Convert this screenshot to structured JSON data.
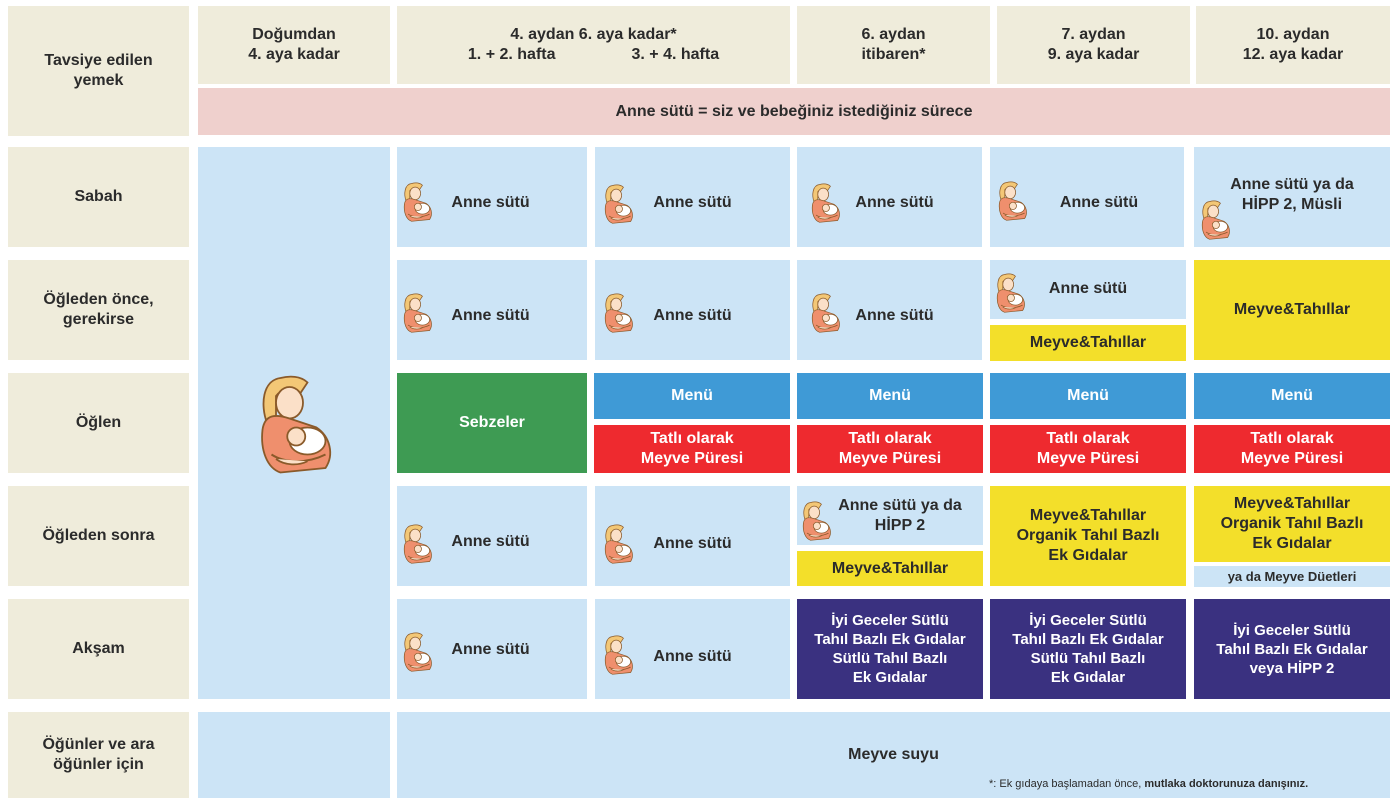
{
  "header": {
    "corner": "Tavsiye edilen\nyemek",
    "col1": "Doğumdan\n4. aya kadar",
    "col2_title": "4. aydan 6. aya kadar*",
    "col2_sub_a": "1. + 2. hafta",
    "col2_sub_b": "3. + 4. hafta",
    "col3": "6. aydan\nitibaren*",
    "col4": "7. aydan\n9. aya kadar",
    "col5": "10. aydan\n12. aya kadar",
    "banner": "Anne sütü = siz ve bebeğiniz istediğiniz sürece"
  },
  "rows": {
    "sabah": "Sabah",
    "ogleden_once": "Öğleden önce,\ngerekirse",
    "oglen": "Öğlen",
    "ogleden_sonra": "Öğleden sonra",
    "aksam": "Akşam",
    "ara": "Öğünler ve ara\nöğünler için"
  },
  "cells": {
    "anne_sutu": "Anne sütü",
    "anne_sutu_musli": "Anne sütü ya da\nHİPP 2, Müsli",
    "meyve_tahillar": "Meyve&Tahıllar",
    "sebzeler": "Sebzeler",
    "menu": "Menü",
    "tatli": "Tatlı olarak\nMeyve Püresi",
    "anne_sutu_hipp2": "Anne sütü ya da\nHİPP 2",
    "meyve_organik": "Meyve&Tahıllar\nOrganik Tahıl Bazlı\nEk Gıdalar",
    "meyve_duetleri": "ya da Meyve Düetleri",
    "iyi_geceler": "İyi Geceler Sütlü\nTahıl Bazlı Ek Gıdalar\nSütlü Tahıl Bazlı\nEk Gıdalar",
    "iyi_geceler_hipp": "İyi Geceler Sütlü\nTahıl Bazlı Ek Gıdalar\nveya HİPP 2",
    "meyve_suyu": "Meyve suyu"
  },
  "footnote": {
    "prefix": "*: Ek gıdaya başlamadan önce, ",
    "bold": "mutlaka doktorunuza danışınız."
  },
  "icons": {
    "mother": "breastfeeding-mother-icon"
  },
  "colors": {
    "beige": "#efecdb",
    "light_blue": "#cce4f6",
    "pink": "#efd0cd",
    "green": "#3e9b53",
    "menu_blue": "#3f9ad6",
    "red": "#ee2a2f",
    "yellow": "#f3df2a",
    "navy": "#3a3180"
  }
}
